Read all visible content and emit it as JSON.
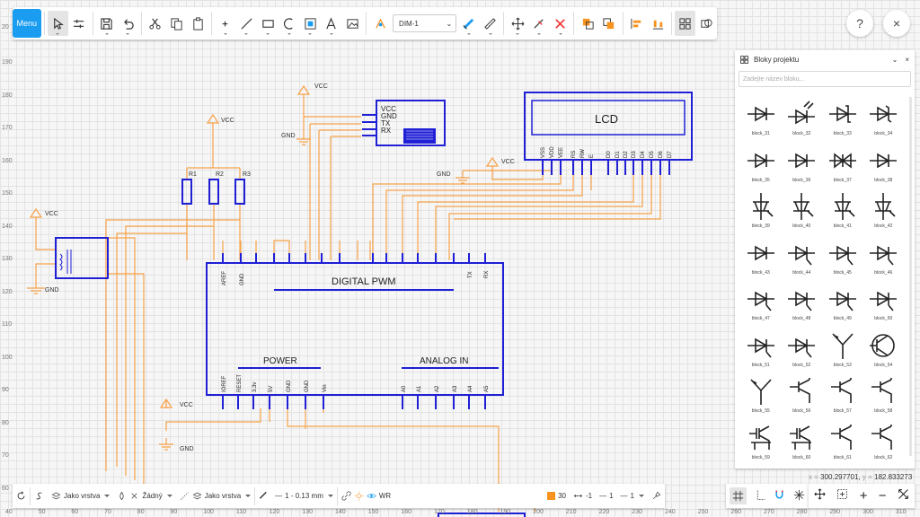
{
  "toolbar": {
    "menu_label": "Menu",
    "dim_select_value": "DIM-1",
    "help_label": "?",
    "close_label": "×"
  },
  "panel": {
    "title": "Bloky projektu",
    "search_placeholder": "Zadejte název bloku...",
    "blocks": [
      {
        "label": "block_31",
        "icon": "diode"
      },
      {
        "label": "block_32",
        "icon": "led"
      },
      {
        "label": "block_33",
        "icon": "schottky-diode"
      },
      {
        "label": "block_34",
        "icon": "zener-diode"
      },
      {
        "label": "block_35",
        "icon": "diode"
      },
      {
        "label": "block_36",
        "icon": "diode"
      },
      {
        "label": "block_37",
        "icon": "diac"
      },
      {
        "label": "block_38",
        "icon": "diode"
      },
      {
        "label": "block_39",
        "icon": "triac"
      },
      {
        "label": "block_40",
        "icon": "triac"
      },
      {
        "label": "block_41",
        "icon": "triac"
      },
      {
        "label": "block_42",
        "icon": "triac"
      },
      {
        "label": "block_43",
        "icon": "diode"
      },
      {
        "label": "block_44",
        "icon": "thyristor"
      },
      {
        "label": "block_45",
        "icon": "thyristor"
      },
      {
        "label": "block_46",
        "icon": "thyristor"
      },
      {
        "label": "block_47",
        "icon": "thyristor"
      },
      {
        "label": "block_48",
        "icon": "thyristor"
      },
      {
        "label": "block_49",
        "icon": "thyristor"
      },
      {
        "label": "block_50",
        "icon": "thyristor"
      },
      {
        "label": "block_51",
        "icon": "thyristor"
      },
      {
        "label": "block_52",
        "icon": "thyristor"
      },
      {
        "label": "block_53",
        "icon": "ujt"
      },
      {
        "label": "block_54",
        "icon": "transistor-circle"
      },
      {
        "label": "block_55",
        "icon": "ujt"
      },
      {
        "label": "block_56",
        "icon": "transistor"
      },
      {
        "label": "block_57",
        "icon": "transistor"
      },
      {
        "label": "block_58",
        "icon": "transistor"
      },
      {
        "label": "block_59",
        "icon": "igbt"
      },
      {
        "label": "block_60",
        "icon": "igbt"
      },
      {
        "label": "block_61",
        "icon": "transistor"
      },
      {
        "label": "block_62",
        "icon": "transistor"
      }
    ]
  },
  "coords": {
    "x_label": "x =",
    "x_value": "300.297701,",
    "y_label": "y =",
    "y_value": "182.833273"
  },
  "bottom_toolbar": {
    "layer_value_1": "Jako vrstva",
    "fill_value": "Žádný",
    "layer_value_2": "Jako vrstva",
    "line_width_value": "1 - 0.13 mm",
    "text_style": "WR",
    "orange_value": "30",
    "value_a": "-1",
    "value_b": "1",
    "value_c": "1"
  },
  "view_toolbar": {
    "zoom_in_label": "+",
    "zoom_out_label": "−"
  },
  "rulers": {
    "left": [
      "20",
      "190",
      "180",
      "170",
      "160",
      "150",
      "140",
      "130",
      "120",
      "110",
      "100",
      "90",
      "80",
      "70",
      "60"
    ],
    "bottom": [
      "40",
      "50",
      "60",
      "70",
      "80",
      "90",
      "100",
      "110",
      "120",
      "130",
      "140",
      "150",
      "160",
      "170",
      "180",
      "190",
      "200",
      "210",
      "220",
      "230",
      "240",
      "250",
      "260",
      "270",
      "280",
      "290",
      "300",
      "310"
    ]
  },
  "schematic": {
    "power_labels": [
      "VCC",
      "VCC",
      "VCC",
      "VCC",
      "VCC"
    ],
    "gnd_labels": [
      "GND",
      "GND",
      "GND",
      "GND"
    ],
    "resistors": [
      "R1",
      "R2",
      "R3"
    ],
    "bt_module_pins": [
      "VCC",
      "GND",
      "TX",
      "RX"
    ],
    "lcd_title": "LCD",
    "lcd_pins": [
      "VSS",
      "VDD",
      "VEE",
      "RS",
      "RW",
      "E",
      "D0",
      "D1",
      "D2",
      "D3",
      "D4",
      "D5",
      "D6",
      "D7"
    ],
    "board_header_digital": "DIGITAL PWM",
    "board_header_power": "POWER",
    "board_header_analog": "ANALOG IN",
    "board_top_pins": [
      "AREF",
      "GND",
      "TX",
      "RX"
    ],
    "board_power_pins": [
      "IOREF",
      "RESET",
      "3.3v",
      "5V",
      "GND",
      "GND",
      "Vin"
    ],
    "board_analog_pins": [
      "A0",
      "A1",
      "A2",
      "A3",
      "A4",
      "A5"
    ]
  }
}
